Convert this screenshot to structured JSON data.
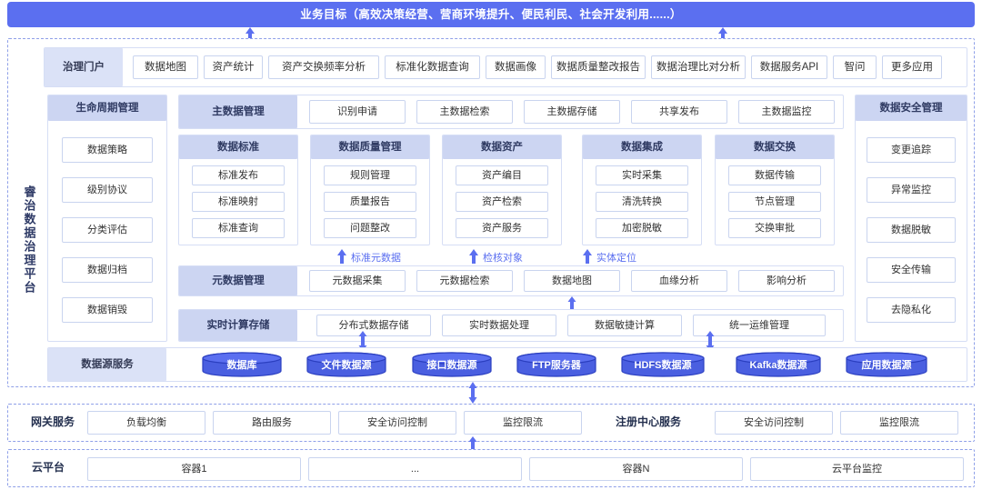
{
  "banner": {
    "text": "业务目标（高效决策经营、营商环境提升、便民利民、社会开发利用......）",
    "color": "#5b6ff0"
  },
  "platform": {
    "vertical_title": "睿治数据治理平台",
    "accent": "#5b6ff0",
    "header_bg": "#ccd5f2"
  },
  "portal": {
    "title": "治理门户",
    "apps": [
      "数据地图",
      "资产统计",
      "资产交换频率分析",
      "标准化数据查询",
      "数据画像",
      "数据质量整改报告",
      "数据治理比对分析",
      "数据服务API",
      "智问",
      "更多应用"
    ]
  },
  "lifecycle": {
    "title": "生命周期管理",
    "items": [
      "数据策略",
      "级别协议",
      "分类评估",
      "数据归档",
      "数据销毁"
    ]
  },
  "master_data": {
    "title": "主数据管理",
    "items": [
      "识别申请",
      "主数据检索",
      "主数据存储",
      "共享发布",
      "主数据监控"
    ]
  },
  "security": {
    "title": "数据安全管理",
    "items": [
      "变更追踪",
      "异常监控",
      "数据脱敏",
      "安全传输",
      "去隐私化"
    ]
  },
  "groups": [
    {
      "title": "数据标准",
      "items": [
        "标准发布",
        "标准映射",
        "标准查询"
      ]
    },
    {
      "title": "数据质量管理",
      "items": [
        "规则管理",
        "质量报告",
        "问题整改"
      ]
    },
    {
      "title": "数据资产",
      "items": [
        "资产编目",
        "资产检索",
        "资产服务"
      ]
    },
    {
      "title": "数据集成",
      "items": [
        "实时采集",
        "清洗转换",
        "加密脱敏"
      ]
    },
    {
      "title": "数据交换",
      "items": [
        "数据传输",
        "节点管理",
        "交换审批"
      ]
    }
  ],
  "flow_labels": [
    "标准元数据",
    "检核对象",
    "实体定位"
  ],
  "metadata": {
    "title": "元数据管理",
    "items": [
      "元数据采集",
      "元数据检索",
      "数据地图",
      "血缘分析",
      "影响分析"
    ]
  },
  "compute": {
    "title": "实时计算存储",
    "items": [
      "分布式数据存储",
      "实时数据处理",
      "数据敏捷计算",
      "统一运维管理"
    ]
  },
  "datasource": {
    "title": "数据源服务",
    "items": [
      "数据库",
      "文件数据源",
      "接口数据源",
      "FTP服务器",
      "HDFS数据源",
      "Kafka数据源",
      "应用数据源"
    ],
    "cylinder_color": "#4a5fe0"
  },
  "gateway": {
    "title": "网关服务",
    "items": [
      "负载均衡",
      "路由服务",
      "安全访问控制",
      "监控限流"
    ],
    "registry_title": "注册中心服务",
    "registry_items": [
      "安全访问控制",
      "监控限流"
    ]
  },
  "cloud": {
    "title": "云平台",
    "items": [
      "容器1",
      "...",
      "容器N",
      "云平台监控"
    ]
  }
}
